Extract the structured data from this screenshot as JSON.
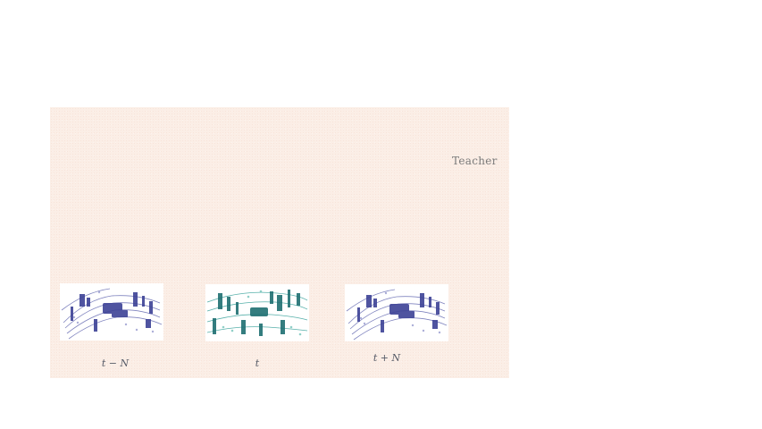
{
  "teacher_label": "Teacher",
  "captions": {
    "left": "t − N",
    "center": "t",
    "right": "t + N"
  },
  "colors": {
    "panel_background": "#fbeee6",
    "scan_purple": "#5a5fa8",
    "scan_teal": "#2f8f8a"
  },
  "icons": {
    "left": "lidar-scan-purple",
    "center": "lidar-scan-teal",
    "right": "lidar-scan-purple"
  }
}
